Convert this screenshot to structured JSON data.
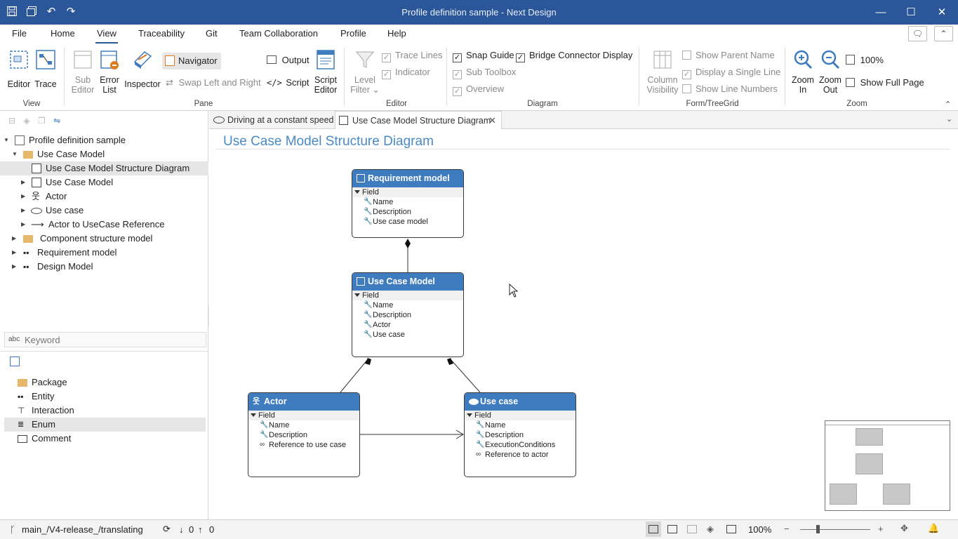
{
  "window": {
    "title": "Profile definition sample - Next Design"
  },
  "menu": [
    "File",
    "Home",
    "View",
    "Traceability",
    "Git",
    "Team Collaboration",
    "Profile",
    "Help"
  ],
  "ribbon": {
    "view_group": {
      "editor": "Editor",
      "trace": "Trace",
      "label": "View"
    },
    "pane_group": {
      "sub_editor": [
        "Sub",
        "Editor"
      ],
      "error_list": [
        "Error",
        "List"
      ],
      "inspector": "Inspector",
      "navigator": "Navigator",
      "swap": "Swap Left and Right",
      "output": "Output",
      "script": "Script",
      "script_editor": [
        "Script",
        "Editor"
      ],
      "label": "Pane"
    },
    "editor_group": {
      "level_filter": [
        "Level",
        "Filter"
      ],
      "trace_lines": "Trace Lines",
      "indicator": "Indicator",
      "label": "Editor"
    },
    "diagram_group": {
      "snap_guide": "Snap Guide",
      "bridge": "Bridge Connector Display",
      "sub_toolbox": "Sub Toolbox",
      "overview": "Overview",
      "label": "Diagram"
    },
    "form_group": {
      "column_visibility": [
        "Column",
        "Visibility"
      ],
      "show_parent": "Show Parent Name",
      "single_line": "Display a Single Line",
      "line_numbers": "Show Line Numbers",
      "label": "Form/TreeGrid"
    },
    "zoom_group": {
      "zoom_in": [
        "Zoom",
        "In"
      ],
      "zoom_out": [
        "Zoom",
        "Out"
      ],
      "percent": "100%",
      "full_page": "Show Full Page",
      "label": "Zoom"
    }
  },
  "tree": [
    {
      "label": "Profile definition sample",
      "level": 0,
      "expanded": true,
      "icon": "project-icon"
    },
    {
      "label": "Use Case Model",
      "level": 1,
      "expanded": true,
      "icon": "folder-icon"
    },
    {
      "label": "Use Case Model Structure Diagram",
      "level": 2,
      "icon": "diagram-icon",
      "selected": true
    },
    {
      "label": "Use Case Model",
      "level": 2,
      "icon": "model-icon",
      "collapsed": true
    },
    {
      "label": "Actor",
      "level": 2,
      "icon": "actor-icon",
      "collapsed": true
    },
    {
      "label": "Use case",
      "level": 2,
      "icon": "usecase-icon",
      "collapsed": true
    },
    {
      "label": "Actor to UseCase Reference",
      "level": 2,
      "icon": "reference-icon",
      "collapsed": true
    },
    {
      "label": "Component structure model",
      "level": 1,
      "icon": "folder-icon",
      "collapsed": true
    },
    {
      "label": "Requirement model",
      "level": 1,
      "icon": "entity-icon",
      "collapsed": true
    },
    {
      "label": "Design Model",
      "level": 1,
      "icon": "entity-icon",
      "collapsed": true
    }
  ],
  "search": {
    "placeholder": "Keyword"
  },
  "toolbox": [
    {
      "label": "Package",
      "icon": "folder-icon"
    },
    {
      "label": "Entity",
      "icon": "entity-icon"
    },
    {
      "label": "Interaction",
      "icon": "interaction-icon"
    },
    {
      "label": "Enum",
      "icon": "enum-icon",
      "selected": true
    },
    {
      "label": "Comment",
      "icon": "comment-icon"
    }
  ],
  "tabs": [
    {
      "label": "Driving at a constant speed",
      "icon": "usecase-icon"
    },
    {
      "label": "Use Case Model Structure Diagram",
      "icon": "diagram-icon",
      "active": true
    }
  ],
  "diagram": {
    "title": "Use Case Model Structure Diagram",
    "nodes": [
      {
        "title": "Requirement model",
        "section": "Field",
        "fields": [
          "Name",
          "Description",
          "Use case model"
        ]
      },
      {
        "title": "Use Case Model",
        "section": "Field",
        "fields": [
          "Name",
          "Description",
          "Actor",
          "Use case"
        ]
      },
      {
        "title": "Actor",
        "section": "Field",
        "fields": [
          "Name",
          "Description",
          "Reference to use case"
        ]
      },
      {
        "title": "Use case",
        "section": "Field",
        "fields": [
          "Name",
          "Description",
          "ExecutionConditions",
          "Reference to actor"
        ]
      }
    ]
  },
  "status": {
    "branch": "main_/V4-release_/translating",
    "down": "0",
    "up": "0",
    "zoom": "100%"
  },
  "colors": {
    "titlebar": "#2b579a",
    "node_header": "#3f7bbf",
    "diagram_title": "#4a8ac4"
  }
}
